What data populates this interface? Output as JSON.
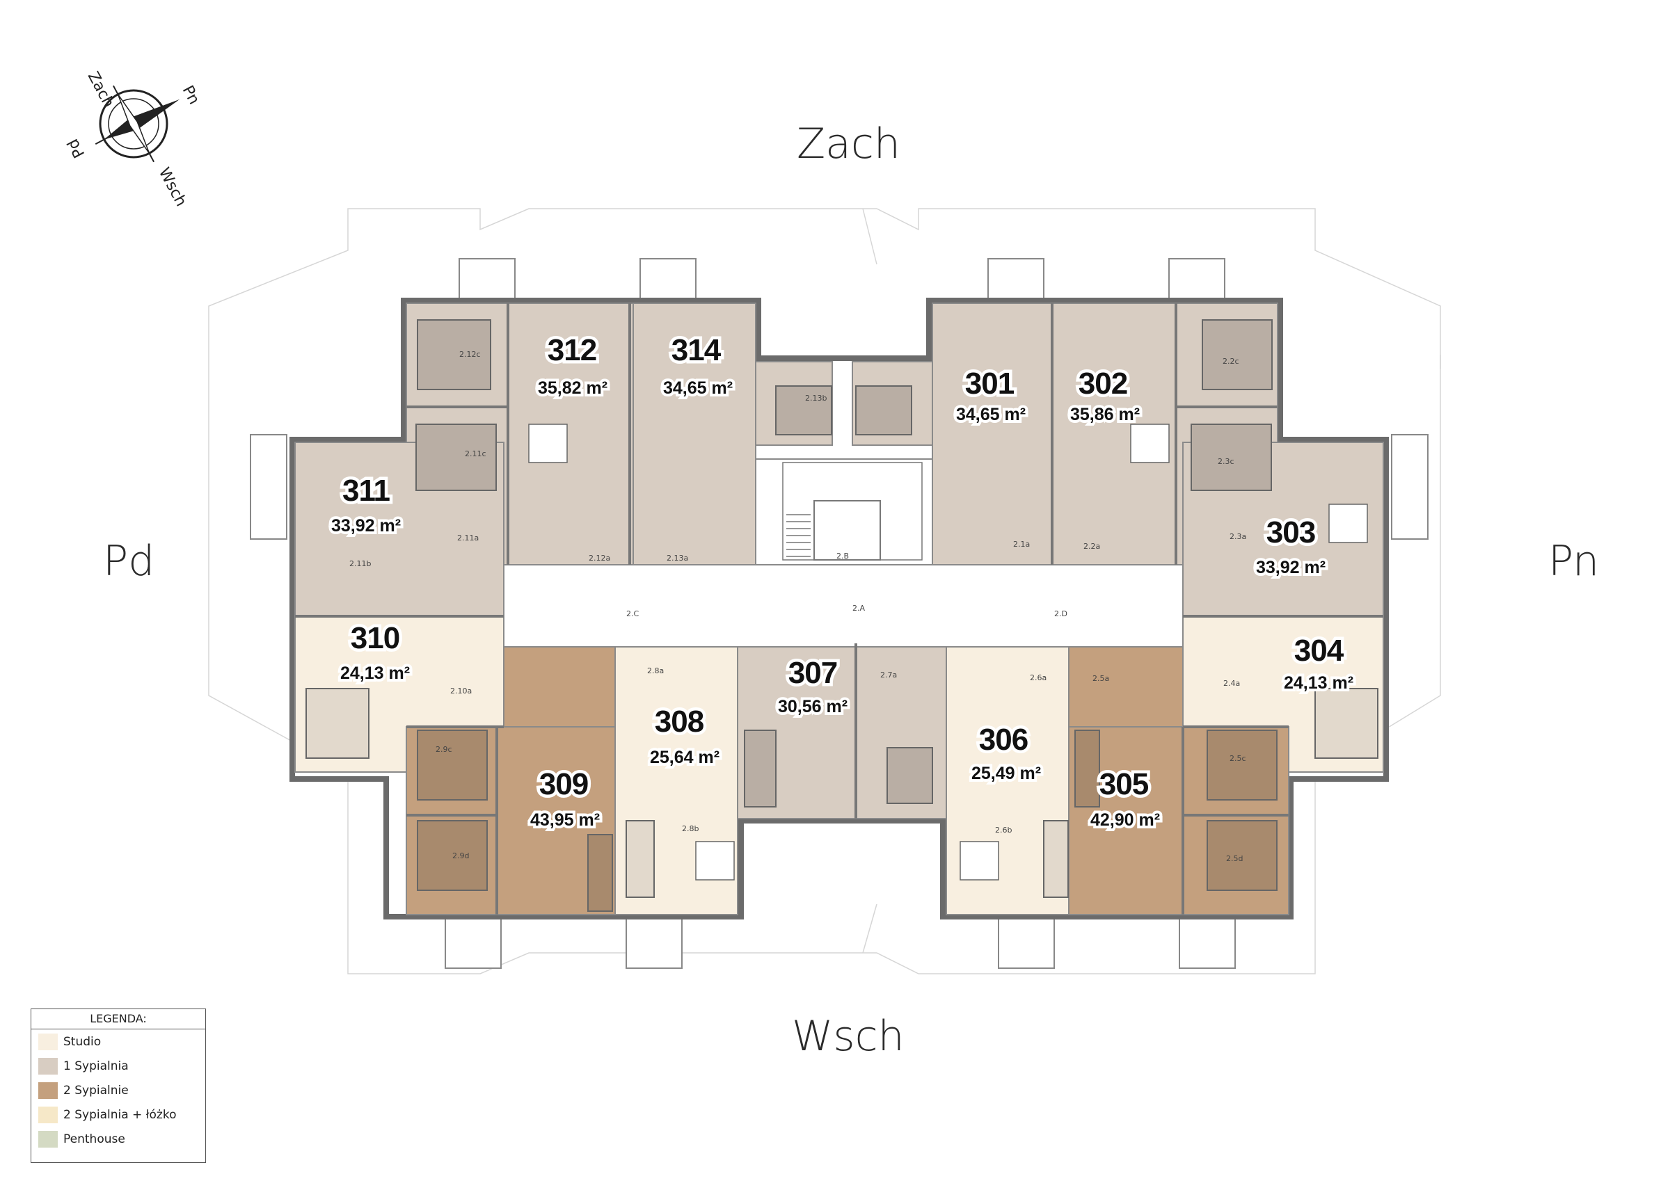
{
  "compass": {
    "labels": [
      "Zach",
      "Pn",
      "Wsch",
      "Pd"
    ]
  },
  "directions": {
    "top": "Zach",
    "bottom": "Wsch",
    "left": "Pd",
    "right": "Pn"
  },
  "colors": {
    "studio": "#f8efe0",
    "one_bedroom": "#d8cdc2",
    "two_bedroom": "#c4a07e",
    "two_bedroom_bed": "#f6e8c8",
    "penthouse": "#d4dac3",
    "corridor": "#ffffff",
    "wall": "#6b6b6b"
  },
  "units": [
    {
      "number": "312",
      "area": "35,82 m²",
      "type": "1 Sypialnia"
    },
    {
      "number": "314",
      "area": "34,65 m²",
      "type": "1 Sypialnia"
    },
    {
      "number": "301",
      "area": "34,65 m²",
      "type": "1 Sypialnia"
    },
    {
      "number": "302",
      "area": "35,86 m²",
      "type": "1 Sypialnia"
    },
    {
      "number": "311",
      "area": "33,92 m²",
      "type": "1 Sypialnia"
    },
    {
      "number": "303",
      "area": "33,92 m²",
      "type": "1 Sypialnia"
    },
    {
      "number": "310",
      "area": "24,13 m²",
      "type": "Studio"
    },
    {
      "number": "304",
      "area": "24,13 m²",
      "type": "Studio"
    },
    {
      "number": "307",
      "area": "30,56 m²",
      "type": "1 Sypialnia"
    },
    {
      "number": "308",
      "area": "25,64 m²",
      "type": "Studio"
    },
    {
      "number": "306",
      "area": "25,49 m²",
      "type": "Studio"
    },
    {
      "number": "309",
      "area": "43,95 m²",
      "type": "2 Sypialnie"
    },
    {
      "number": "305",
      "area": "42,90 m²",
      "type": "2 Sypialnie"
    }
  ],
  "room_codes": [
    "2.12c",
    "2.11c",
    "2.11a",
    "2.11b",
    "2.12a",
    "2.13a",
    "2.13b",
    "2.B",
    "2.C",
    "2.A",
    "2.D",
    "2.1a",
    "2.2a",
    "2.2c",
    "2.3c",
    "2.3a",
    "2.10a",
    "2.9c",
    "2.9d",
    "2.8a",
    "2.8b",
    "2.7a",
    "2.6a",
    "2.6b",
    "2.5a",
    "2.4a",
    "2.5c",
    "2.5d"
  ],
  "legend": {
    "title": "LEGENDA:",
    "items": [
      {
        "label": "Studio",
        "color": "#f8efe0"
      },
      {
        "label": "1 Sypialnia",
        "color": "#d8cdc2"
      },
      {
        "label": "2 Sypialnie",
        "color": "#c4a07e"
      },
      {
        "label": "2 Sypialnia + łóżko",
        "color": "#f6e8c8"
      },
      {
        "label": "Penthouse",
        "color": "#d4dac3"
      }
    ]
  }
}
